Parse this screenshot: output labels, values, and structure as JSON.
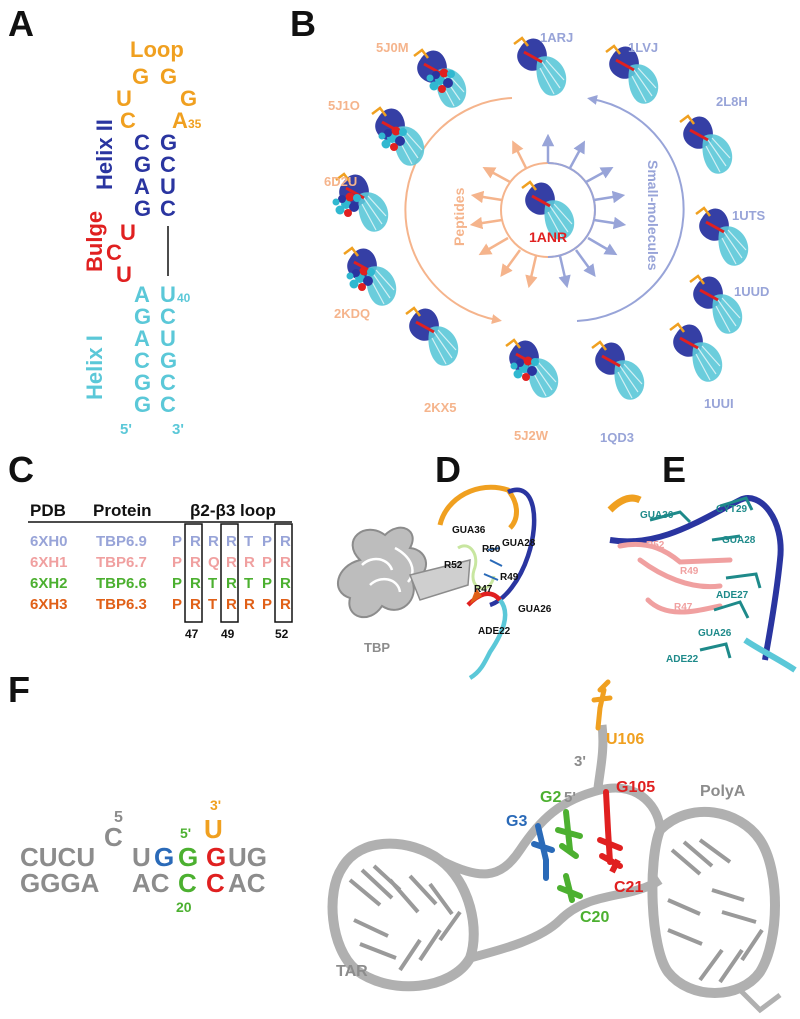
{
  "colors": {
    "orange": "#f0a020",
    "navy": "#2a35a0",
    "red": "#e02020",
    "cyan": "#5bc8d8",
    "peach": "#f5b48c",
    "lavender": "#98a4d8",
    "gray": "#8c8c8c",
    "green": "#4cb030",
    "blue": "#2a6ab8",
    "pink": "#f0a0a0",
    "darkorange": "#e06018"
  },
  "panels": {
    "a": "A",
    "b": "B",
    "c": "C",
    "d": "D",
    "e": "E",
    "f": "F"
  },
  "panel_a": {
    "loop_label": "Loop",
    "helix2_label": "Helix II",
    "bulge_label": "Bulge",
    "helix1_label": "Helix I",
    "loop_nts": [
      "G",
      "G",
      "U",
      "G",
      "C",
      "A"
    ],
    "a35_sub": "35",
    "helix2_left": [
      "C",
      "G",
      "A",
      "G"
    ],
    "helix2_right": [
      "G",
      "C",
      "U",
      "C"
    ],
    "bulge_nts": [
      "U",
      "C",
      "U"
    ],
    "u40_sub": "40",
    "helix1_left": [
      "A",
      "G",
      "A",
      "C",
      "G",
      "G"
    ],
    "helix1_right": [
      "U",
      "C",
      "U",
      "G",
      "C",
      "C"
    ],
    "five_prime": "5'",
    "three_prime": "3'"
  },
  "panel_b": {
    "center_label": "1ANR",
    "peptides_label": "Peptides",
    "small_label": "Small-molecules",
    "peptide_pdbs": [
      "5J0M",
      "5J1O",
      "6D2U",
      "2KDQ",
      "2KX5",
      "5J2W"
    ],
    "small_pdbs": [
      "1ARJ",
      "1LVJ",
      "2L8H",
      "1UTS",
      "1UUD",
      "1UUI",
      "1QD3"
    ]
  },
  "panel_c": {
    "headers": [
      "PDB",
      "Protein",
      "β2-β3 loop"
    ],
    "rows": [
      {
        "pdb": "6XH0",
        "protein": "TBP6.9",
        "seq": [
          "P",
          "R",
          "R",
          "R",
          "T",
          "P",
          "R"
        ]
      },
      {
        "pdb": "6XH1",
        "protein": "TBP6.7",
        "seq": [
          "P",
          "R",
          "Q",
          "R",
          "R",
          "P",
          "R"
        ]
      },
      {
        "pdb": "6XH2",
        "protein": "TBP6.6",
        "seq": [
          "P",
          "R",
          "T",
          "R",
          "T",
          "P",
          "R"
        ]
      },
      {
        "pdb": "6XH3",
        "protein": "TBP6.3",
        "seq": [
          "P",
          "R",
          "T",
          "R",
          "R",
          "P",
          "R"
        ]
      }
    ],
    "positions": [
      "47",
      "49",
      "52"
    ]
  },
  "panel_d": {
    "labels": [
      "GUA36",
      "R50",
      "GUA28",
      "R52",
      "R49",
      "R47",
      "GUA26",
      "ADE22"
    ],
    "tbp_label": "TBP"
  },
  "panel_e": {
    "labels": [
      "GUA36",
      "CYT29",
      "R52",
      "GUA28",
      "R49",
      "ADE27",
      "R47",
      "GUA26",
      "ADE22"
    ]
  },
  "panel_f": {
    "seq_top_gray": "CUCU",
    "seq_top_c": "C",
    "seq_five": "5",
    "seq_top_u": "U",
    "seq_top_g_blue": "G",
    "seq_top_g_green": "G",
    "seq_top_g_red": "G",
    "seq_top_ug": "UG",
    "seq_u_orange": "U",
    "seq_three_prime": "3'",
    "seq_five_prime": "5'",
    "seq_bot_gray": "GGGA",
    "seq_bot_ac": "AC",
    "seq_bot_c_green": "C",
    "seq_bot_c_red": "C",
    "seq_bot_ac2": "AC",
    "seq_twenty": "20",
    "struct_labels": {
      "u106": "U106",
      "three": "3'",
      "g105": "G105",
      "g2": "G2",
      "five": "5'",
      "g3": "G3",
      "c21": "C21",
      "c20": "C20",
      "polya": "PolyA",
      "tar": "TAR"
    }
  }
}
